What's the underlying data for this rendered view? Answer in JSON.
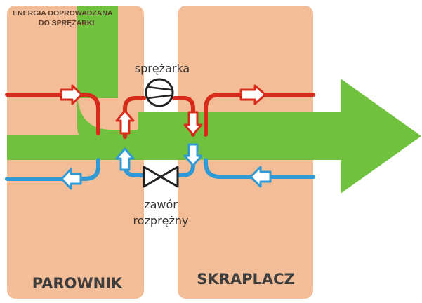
{
  "labels": {
    "energy_line1": "ENERGIA DOPROWADZANA",
    "energy_line2": "DO SPRĘŻARKI",
    "compressor": "sprężarka",
    "valve_line1": "zawór",
    "valve_line2": "rozprężny",
    "evaporator": "PAROWNIK",
    "condenser": "SKRAPLACZ"
  },
  "icons": {
    "compressor": "compressor-symbol",
    "valve": "expansion-valve-symbol",
    "flow_arrow": "hollow-arrow"
  },
  "colors": {
    "panel": "#f3bd97",
    "energy": "#70c13d",
    "hot_pipe": "#d92b1c",
    "cold_pipe": "#2f9ad6",
    "text_dark": "#3e3e3e",
    "text_brown": "#5a3f2f"
  }
}
